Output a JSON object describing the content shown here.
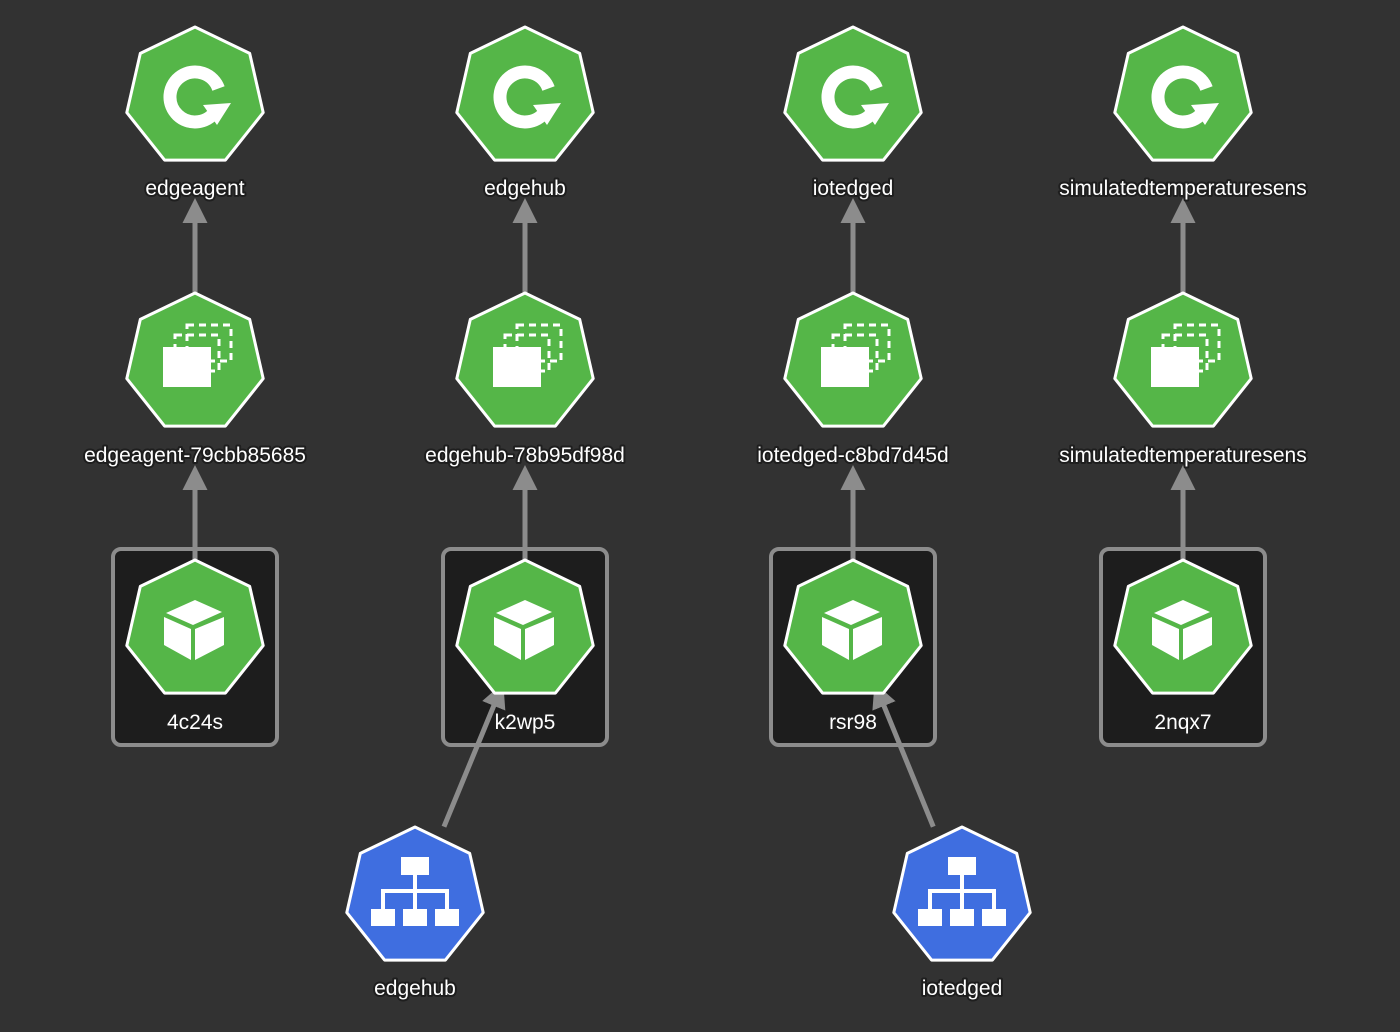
{
  "colors": {
    "background": "#323232",
    "workload_node": "#55b648",
    "service_node": "#3f6ee0",
    "node_border": "#ffffff",
    "edge": "#8c8c8c",
    "pod_frame_border": "#8c8c8c",
    "pod_frame_fill": "#1d1d1d",
    "label_text": "#ffffff"
  },
  "columns": [
    {
      "deployment": {
        "label": "edgeagent",
        "icon": "refresh-icon"
      },
      "replicaset": {
        "label": "edgeagent-79cbb85685",
        "icon": "stacked-folders-icon"
      },
      "pod": {
        "label": "4c24s",
        "icon": "cube-icon"
      }
    },
    {
      "deployment": {
        "label": "edgehub",
        "icon": "refresh-icon"
      },
      "replicaset": {
        "label": "edgehub-78b95df98d",
        "icon": "stacked-folders-icon"
      },
      "pod": {
        "label": "k2wp5",
        "icon": "cube-icon"
      }
    },
    {
      "deployment": {
        "label": "iotedged",
        "icon": "refresh-icon"
      },
      "replicaset": {
        "label": "iotedged-c8bd7d45d",
        "icon": "stacked-folders-icon"
      },
      "pod": {
        "label": "rsr98",
        "icon": "cube-icon"
      }
    },
    {
      "deployment": {
        "label": "simulatedtemperaturesens",
        "icon": "refresh-icon"
      },
      "replicaset": {
        "label": "simulatedtemperaturesens",
        "icon": "stacked-folders-icon"
      },
      "pod": {
        "label": "2nqx7",
        "icon": "cube-icon"
      }
    }
  ],
  "services": [
    {
      "label": "edgehub",
      "icon": "network-hierarchy-icon",
      "targets_column": 1
    },
    {
      "label": "iotedged",
      "icon": "network-hierarchy-icon",
      "targets_column": 2
    }
  ]
}
